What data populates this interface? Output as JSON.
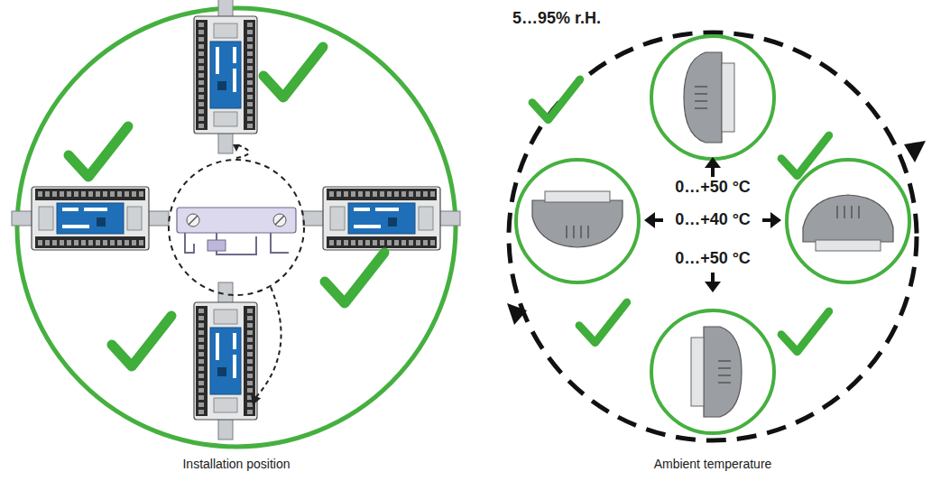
{
  "diagram": {
    "labels": [
      "5…95% r.H.",
      "0…+50 °C",
      "0…+40 °C",
      "0…+50 °C",
      "Installation position",
      "Ambient temperature"
    ]
  }
}
